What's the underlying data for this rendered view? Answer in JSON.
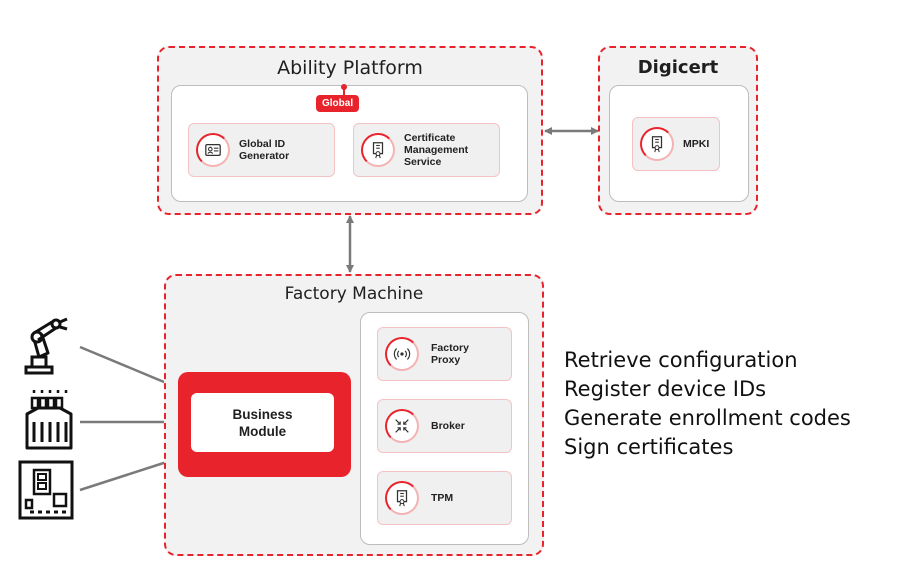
{
  "ability_platform": {
    "title": "Ability Platform",
    "badge": "Global",
    "cards": [
      {
        "label": "Global ID Generator",
        "icon": "id-card-icon"
      },
      {
        "label": "Certificate Management Service",
        "icon": "certificate-icon"
      }
    ]
  },
  "digicert": {
    "title": "Digicert",
    "cards": [
      {
        "label": "MPKI",
        "icon": "certificate-icon"
      }
    ]
  },
  "factory_machine": {
    "title": "Factory Machine",
    "business_module": "Business Module",
    "cards": [
      {
        "label": "Factory Proxy",
        "icon": "signal-icon"
      },
      {
        "label": "Broker",
        "icon": "arrows-inward-icon"
      },
      {
        "label": "TPM",
        "icon": "certificate-icon"
      }
    ]
  },
  "devices": [
    {
      "icon": "robot-arm-icon"
    },
    {
      "icon": "factory-icon"
    },
    {
      "icon": "control-board-icon"
    }
  ],
  "functions": [
    "Retrieve configuration",
    "Register device IDs",
    "Generate enrollment codes",
    "Sign certificates"
  ],
  "colors": {
    "accent": "#e8232b",
    "zone_bg": "#f2f2f2",
    "card_bg": "#f0f0f0",
    "arrow": "#7a7a7a"
  }
}
